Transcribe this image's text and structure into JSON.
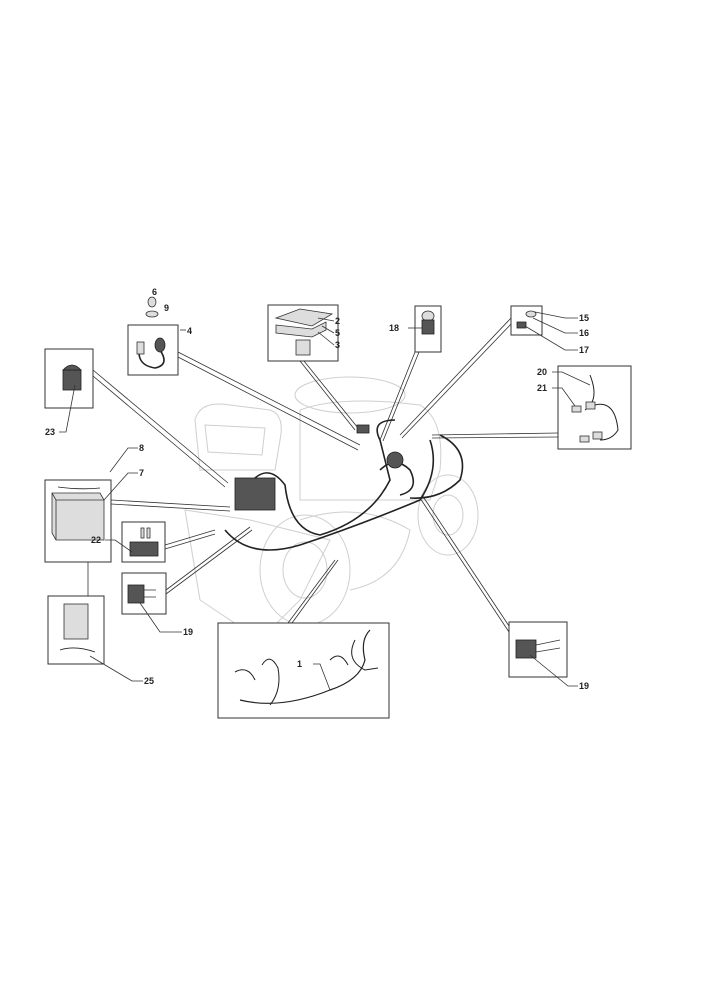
{
  "diagram": {
    "title": "Electrical system exploded parts diagram",
    "part_labels": {
      "p1": "1",
      "p2": "2",
      "p3": "3",
      "p4": "4",
      "p5": "5",
      "p6": "6",
      "p7": "7",
      "p8": "8",
      "p9": "9",
      "p15": "15",
      "p16": "16",
      "p17": "17",
      "p18": "18",
      "p19a": "19",
      "p19b": "19",
      "p20": "20",
      "p21": "21",
      "p22": "22",
      "p23": "23",
      "p25": "25"
    }
  }
}
